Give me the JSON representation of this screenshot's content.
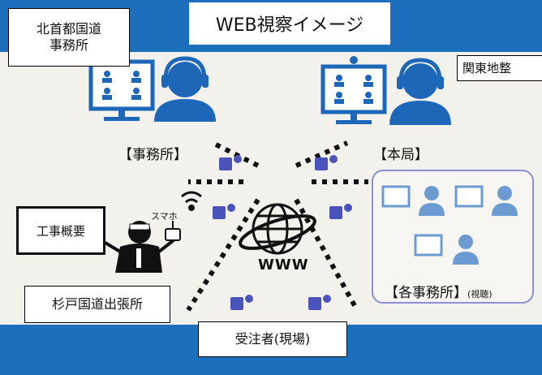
{
  "title": "WEB視察イメージ",
  "labels": {
    "kita": "北首都国道\n事務所",
    "kanto": "関東地整",
    "sugito": "杉戸国道出張所",
    "jutyu": "受注者(現場)"
  },
  "nodes": {
    "jimusho": "【事務所】",
    "honkyoku": "【本局】",
    "kakujimusho": "【各事務所】",
    "shicho": "(視聴)",
    "koji_gaiyo": "工事概要",
    "smartphone": "スマホ",
    "www": "WWW"
  },
  "colors": {
    "background": "#1d6fbe",
    "person": "#1e66b8",
    "teams": "#4b53bc",
    "dots": "#111111"
  }
}
